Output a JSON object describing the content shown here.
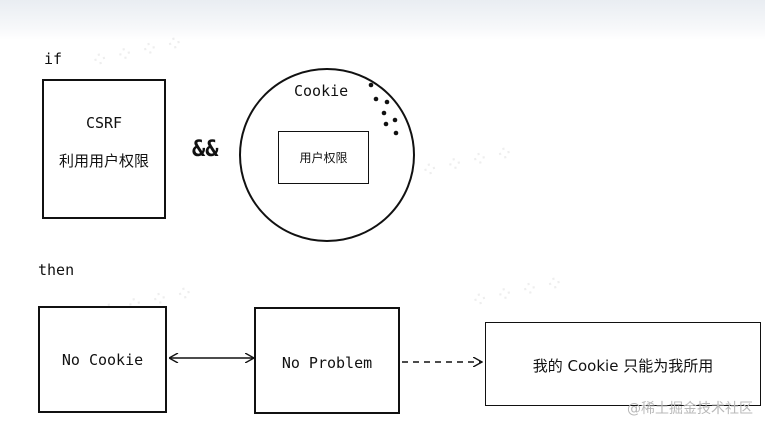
{
  "labels": {
    "if": "if",
    "then": "then",
    "and_op": "&&"
  },
  "csrf_box": {
    "title": "CSRF",
    "subtitle": "利用用户权限"
  },
  "cookie_circle": {
    "title": "Cookie",
    "inner_box": "用户权限"
  },
  "bottom_row": {
    "no_cookie": "No Cookie",
    "no_problem": "No Problem",
    "result": "我的 Cookie 只能为我所用"
  },
  "footer": {
    "site_mark": "@稀土掘金技术社区"
  },
  "colors": {
    "ink": "#111111",
    "footer_text": "#b8b8b8"
  }
}
